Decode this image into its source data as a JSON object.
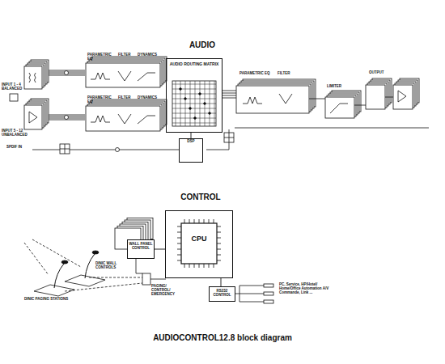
{
  "diagram": {
    "caption": "AUDIOCONTROL12.8 block diagram",
    "nodes": [
      {
        "text": [
          "AUDIO ROUTING MATRIX"
        ]
      },
      {
        "text": [
          "DSP"
        ]
      },
      {
        "text": [
          "CPU"
        ]
      },
      {
        "text": [
          "WALL PANEL CONTROL"
        ]
      },
      {
        "text": [
          "RS232 CONTROL"
        ]
      }
    ],
    "edges": [
      {
        "from": 0,
        "to": 1,
        "arrow": "none"
      },
      {
        "from": 3,
        "to": 2,
        "arrow": "none"
      },
      {
        "from": 2,
        "to": 4,
        "arrow": "none"
      }
    ],
    "labels": [
      "AUDIO",
      "INPUT 1 - 4 BALANCED",
      "PARAMETRIC EQ",
      "FILTER",
      "DYNAMICS",
      "INPUT 5 - 12 UNBALANCED",
      "PARAMETRIC EQ",
      "FILTER",
      "DYNAMICS",
      "SPDIF IN",
      "PARAMETRIC EQ",
      "FILTER",
      "LIMITER",
      "OUTPUT",
      "CONTROL",
      "DINIC WALL CONTROLS",
      "DINIC PAGING STATIONS",
      "PAGING/ CONTROL/ EMERGENCY",
      "PC, Service, HP/Hotel/ Home/Office Automation A/V Commande, Link ..."
    ]
  }
}
